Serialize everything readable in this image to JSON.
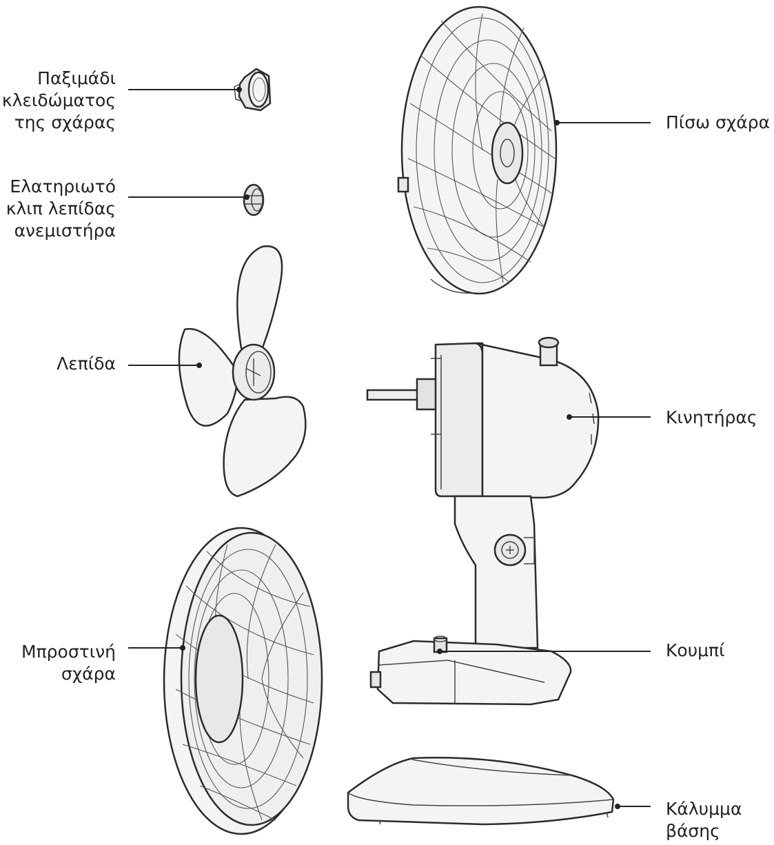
{
  "labels": {
    "lock_nut": [
      "Παξιμάδι",
      "κλειδώματος",
      "της σχάρας"
    ],
    "blade_clip": [
      "Ελατηριωτό",
      "κλιπ λεπίδας",
      "ανεμιστήρα"
    ],
    "blade": [
      "Λεπίδα"
    ],
    "front_grill": [
      "Μπροστινή",
      "σχάρα"
    ],
    "rear_grill": [
      "Πίσω σχάρα"
    ],
    "motor": [
      "Κινητήρας"
    ],
    "button": [
      "Κουμπί"
    ],
    "base_cover": [
      "Κάλυμμα",
      "βάσης"
    ]
  }
}
